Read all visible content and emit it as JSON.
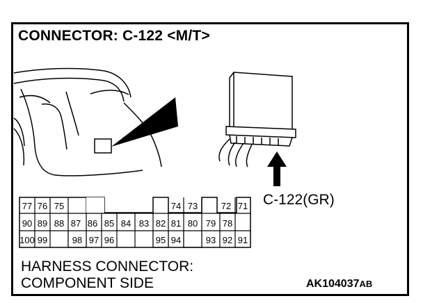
{
  "title": "CONNECTOR: C-122 <M/T>",
  "connector_label": "C-122(GR)",
  "harness_line1": "HARNESS CONNECTOR:",
  "harness_line2": "COMPONENT SIDE",
  "code_main": "AK104037",
  "code_suffix": "AB",
  "pins": {
    "row1": [
      "77",
      "76",
      "75",
      "",
      "74",
      "73",
      "",
      "72",
      "71"
    ],
    "row2": [
      "90",
      "89",
      "88",
      "87",
      "86",
      "85",
      "84",
      "83",
      "82",
      "81",
      "80",
      "79",
      "78"
    ],
    "row3": [
      "100",
      "99",
      "",
      "98",
      "97",
      "96",
      "",
      "95",
      "94",
      "",
      "93",
      "92",
      "91"
    ]
  },
  "colors": {
    "line": "#000000",
    "background": "#ffffff"
  }
}
